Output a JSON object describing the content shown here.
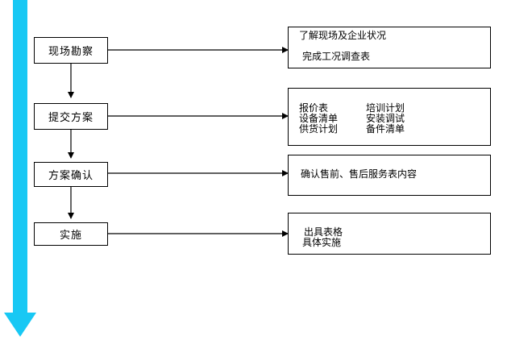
{
  "colors": {
    "timeline_arrow": "#18c8f4",
    "line": "#000000"
  },
  "steps": [
    {
      "label": "现场勘察"
    },
    {
      "label": "提交方案"
    },
    {
      "label": "方案确认"
    },
    {
      "label": "实施"
    }
  ],
  "details": {
    "survey": {
      "line1": "了解现场及企业状况",
      "line2": "完成工况调查表"
    },
    "proposal": {
      "left": [
        "报价表",
        "设备清单",
        "供货计划"
      ],
      "right": [
        "培训计划",
        "安装调试",
        "备件清单"
      ]
    },
    "confirm": {
      "text": "确认售前、售后服务表内容"
    },
    "implement": {
      "line1": "出具表格",
      "line2": "具体实施"
    }
  }
}
